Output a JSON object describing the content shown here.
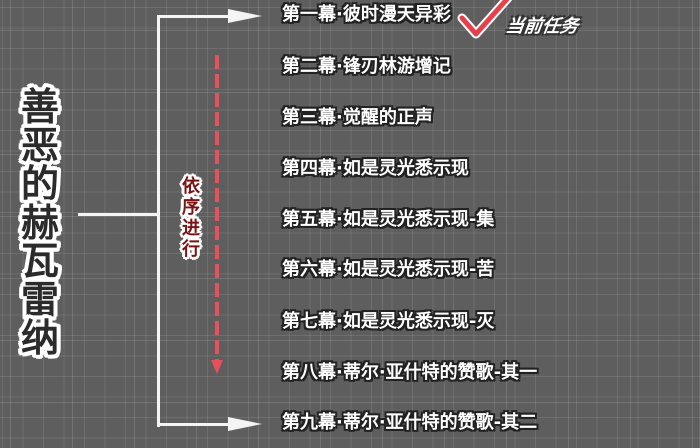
{
  "diagram": {
    "title": [
      "善",
      "恶",
      "的",
      "赫",
      "瓦",
      "雷",
      "纳"
    ],
    "title_text": "善恶的赫瓦雷纳",
    "order_label": [
      "依",
      "序",
      "进",
      "行"
    ],
    "order_label_text": "依序进行",
    "current_task_label": "当前任务",
    "current_task_index": 0,
    "items": [
      "第一幕·彼时漫天异彩",
      "第二幕·锋刃林游增记",
      "第三幕·觉醒的正声",
      "第四幕·如是灵光悉示现",
      "第五幕·如是灵光悉示现-集",
      "第六幕·如是灵光悉示现-苦",
      "第七幕·如是灵光悉示现-灭",
      "第八幕·蒂尔·亚什特的赞歌-其一",
      "第九幕·蒂尔·亚什特的赞歌-其二"
    ],
    "colors": {
      "background": "#5e5e5e",
      "connector": "#f4f4f4",
      "sequence_arrow": "#e8505a",
      "checkmark": "#e8404a",
      "order_label_text": "#7a1414",
      "title_text": "#2b2b2b"
    }
  }
}
